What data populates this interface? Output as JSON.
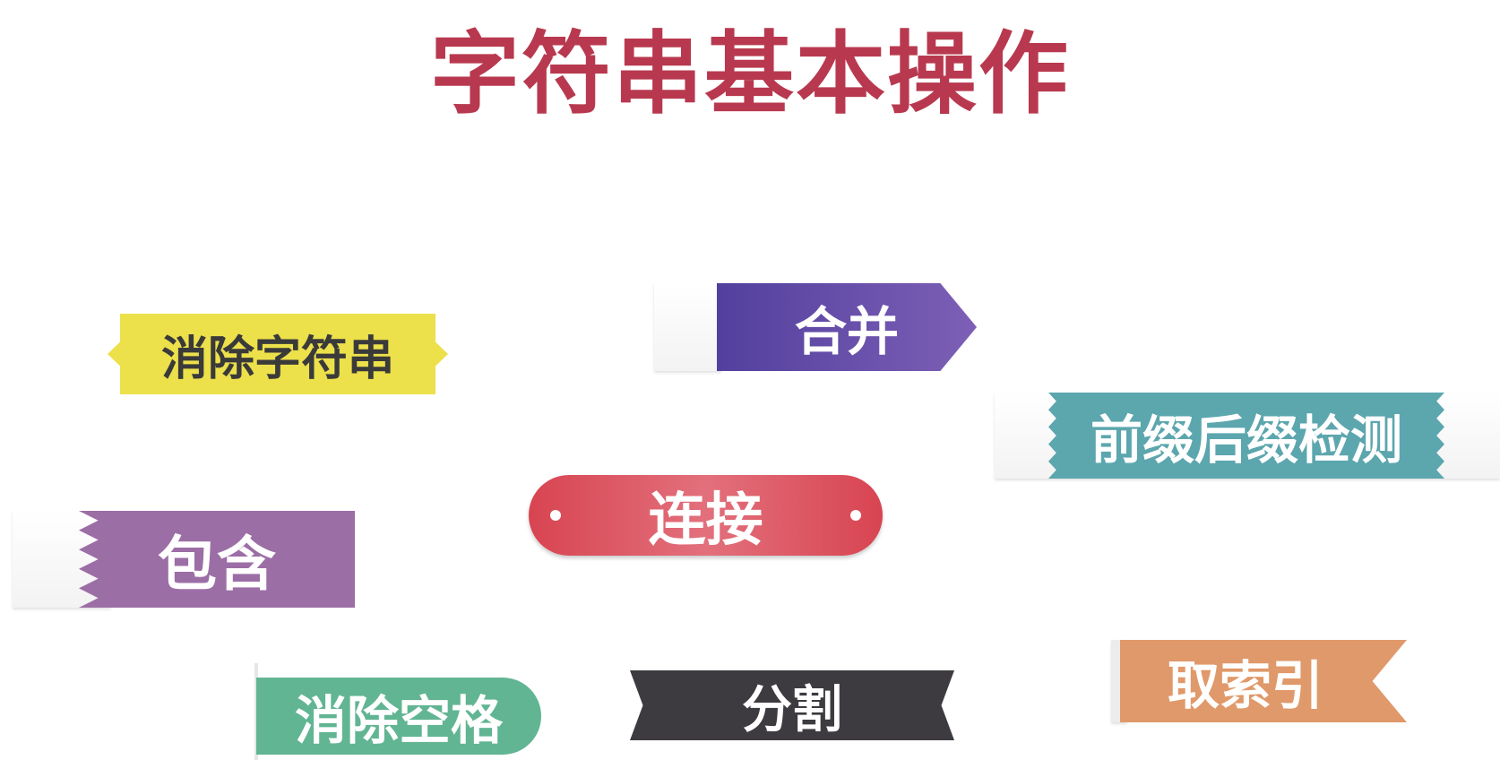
{
  "title": "字符串基本操作",
  "tags": {
    "remove_string": "消除字符串",
    "merge": "合并",
    "prefix_suffix_check": "前缀后缀检测",
    "concat": "连接",
    "contains": "包含",
    "trim_spaces": "消除空格",
    "split": "分割",
    "get_index": "取索引"
  },
  "colors": {
    "title": "#b8394f",
    "remove_string": "#ece04b",
    "merge": "#52409e",
    "prefix_suffix_check": "#5ca6ae",
    "concat": "#d84451",
    "contains": "#9c6ea6",
    "trim_spaces": "#61b593",
    "split": "#3d3b3f",
    "get_index": "#e0996a"
  }
}
